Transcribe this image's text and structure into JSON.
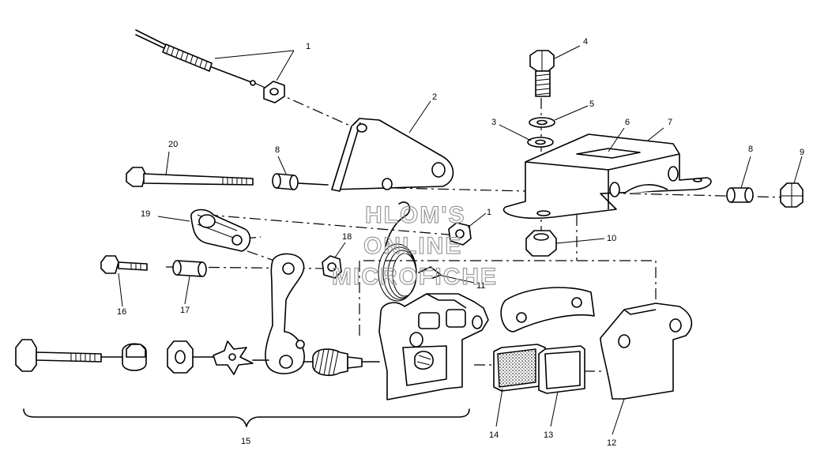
{
  "diagram": {
    "callouts": {
      "c1_top": "1",
      "c1_mid": "1",
      "c2": "2",
      "c3": "3",
      "c4": "4",
      "c5": "5",
      "c6": "6",
      "c7": "7",
      "c8_left": "8",
      "c8_right": "8",
      "c9": "9",
      "c10": "10",
      "c11": "11",
      "c12": "12",
      "c13": "13",
      "c14": "14",
      "c15": "15",
      "c16": "16",
      "c17": "17",
      "c18": "18",
      "c19": "19",
      "c20": "20"
    },
    "watermark": [
      "HLOM'S",
      "ONLINE",
      "MICROFICHE"
    ]
  }
}
